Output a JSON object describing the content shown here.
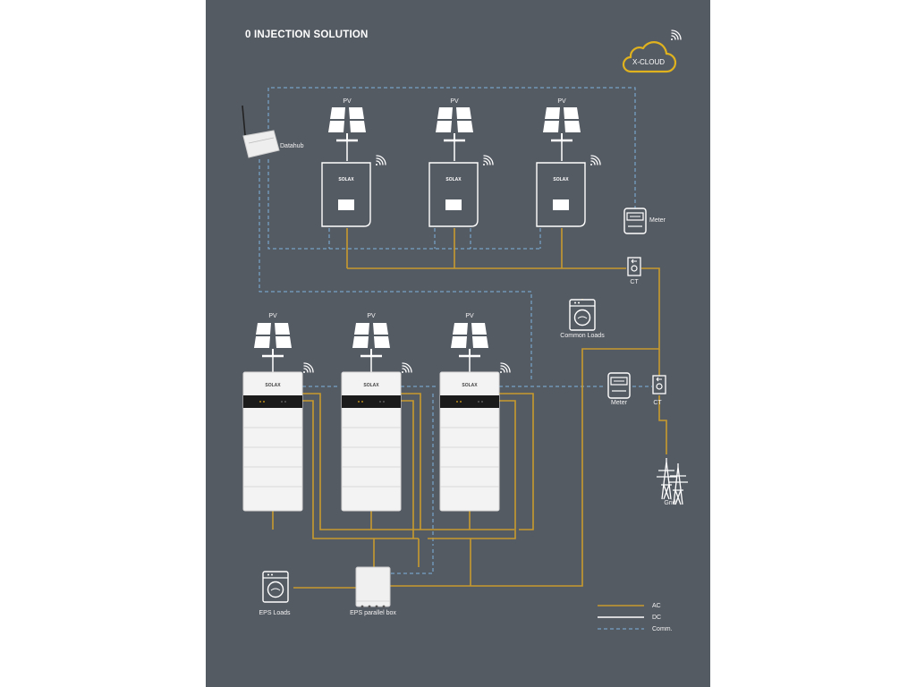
{
  "title": "0 INJECTION SOLUTION",
  "cloud": {
    "label": "X-CLOUD",
    "icon": "cloud-icon"
  },
  "labels": {
    "datahub": "Datahub",
    "pv": "PV",
    "meter": "Meter",
    "ct": "CT",
    "common_loads": "Common Loads",
    "grid": "Grid",
    "eps_loads": "EPS Loads",
    "eps_box": "EPS parallel box",
    "brand": "SOLAX"
  },
  "legend": [
    {
      "label": "AC",
      "style": "ac"
    },
    {
      "label": "DC",
      "style": "dc"
    },
    {
      "label": "Comm.",
      "style": "comm"
    }
  ],
  "colors": {
    "background": "#555b63",
    "ac": "#c89a2e",
    "dc": "#ffffff",
    "comm": "#7fb3e0",
    "cloud": "#e0b21e"
  }
}
